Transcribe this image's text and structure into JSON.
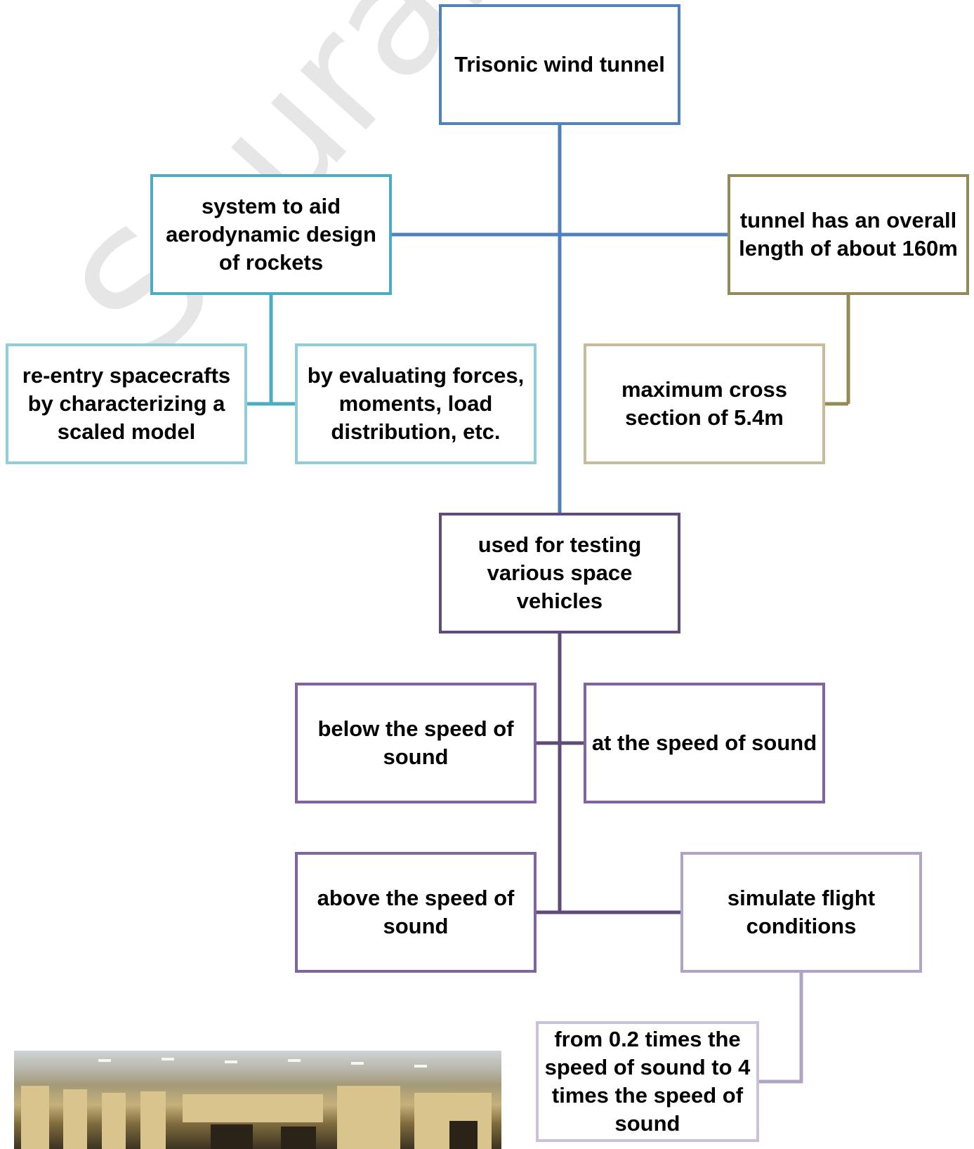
{
  "colors": {
    "blue": "#4f81bd",
    "teal": "#4bacc6",
    "light_teal": "#92cddc",
    "olive": "#948a54",
    "tan": "#c4bd97",
    "purple": "#604a7b",
    "mid_purple": "#8064a2",
    "lavender": "#b3a2c7"
  },
  "diagram": {
    "root": "Trisonic wind tunnel",
    "aid": "system to aid\naerodynamic design\nof rockets",
    "reentry": "re-entry spacecrafts\nby characterizing a\nscaled model",
    "forces": "by evaluating forces,\nmoments, load\ndistribution, etc.",
    "length": "tunnel has an overall\nlength of about 160m",
    "cross": "maximum cross\nsection of 5.4m",
    "testing": "used for testing\nvarious space\nvehicles",
    "below": "below the speed of\nsound",
    "at": "at the speed of sound",
    "above": "above the speed of\nsound",
    "simulate": "simulate flight\nconditions",
    "range": "from 0.2 times the\nspeed of sound to 4\ntimes the speed of\nsound"
  },
  "watermark": "Saurabh Pandey  Sumit Atre"
}
